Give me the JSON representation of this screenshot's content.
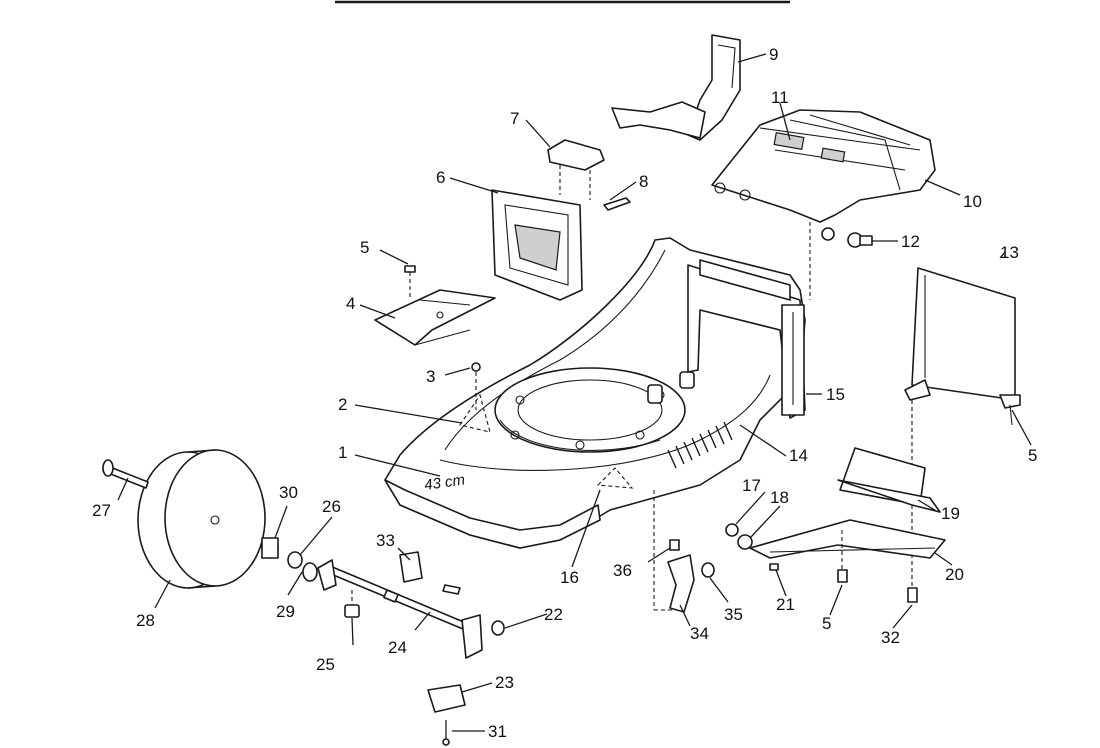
{
  "diagram": {
    "deck_marking": "43 cm",
    "callouts": [
      "1",
      "2",
      "3",
      "4",
      "5",
      "6",
      "7",
      "8",
      "9",
      "10",
      "11",
      "12",
      "13",
      "14",
      "15",
      "16",
      "17",
      "18",
      "19",
      "20",
      "21",
      "22",
      "23",
      "24",
      "25",
      "26",
      "27",
      "28",
      "29",
      "30",
      "31",
      "32",
      "33",
      "34",
      "35",
      "36"
    ],
    "screw_callout_repeat": "5",
    "colors": {
      "ink": "#1a1a1a",
      "paper": "#ffffff",
      "shade": "#cfcfcf"
    }
  }
}
